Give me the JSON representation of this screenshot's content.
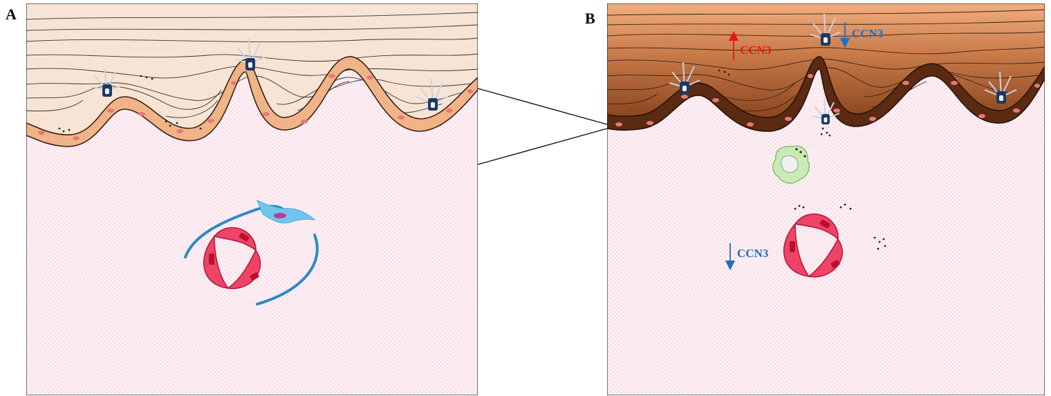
{
  "panels": {
    "a": {
      "letter": "A"
    },
    "b": {
      "letter": "B"
    }
  },
  "labels": {
    "epidermis_up": {
      "text": "CCN3",
      "direction": "up",
      "color": "#e8161b"
    },
    "epidermis_down": {
      "text": "CCN3",
      "direction": "down",
      "color": "#1f6fbf"
    },
    "dermis_down": {
      "text": "CCN3",
      "direction": "down",
      "color": "#1f6fbf"
    }
  },
  "colors": {
    "epidermis_normal": "#f8e4d4",
    "epidermis_pigmented_top": "#f0a878",
    "epidermis_pigmented_bottom": "#9a5228",
    "basal_layer_normal": "#f0b488",
    "basal_layer_pigmented": "#5a2a12",
    "basal_nucleus": "#e87878",
    "dermis": "#fbe6ee",
    "vessel": "#ee4466",
    "fibroblast": "#6ec6ee",
    "macrophage": "#c8ecb4",
    "melanocyte_body": "#1a3a6a"
  }
}
